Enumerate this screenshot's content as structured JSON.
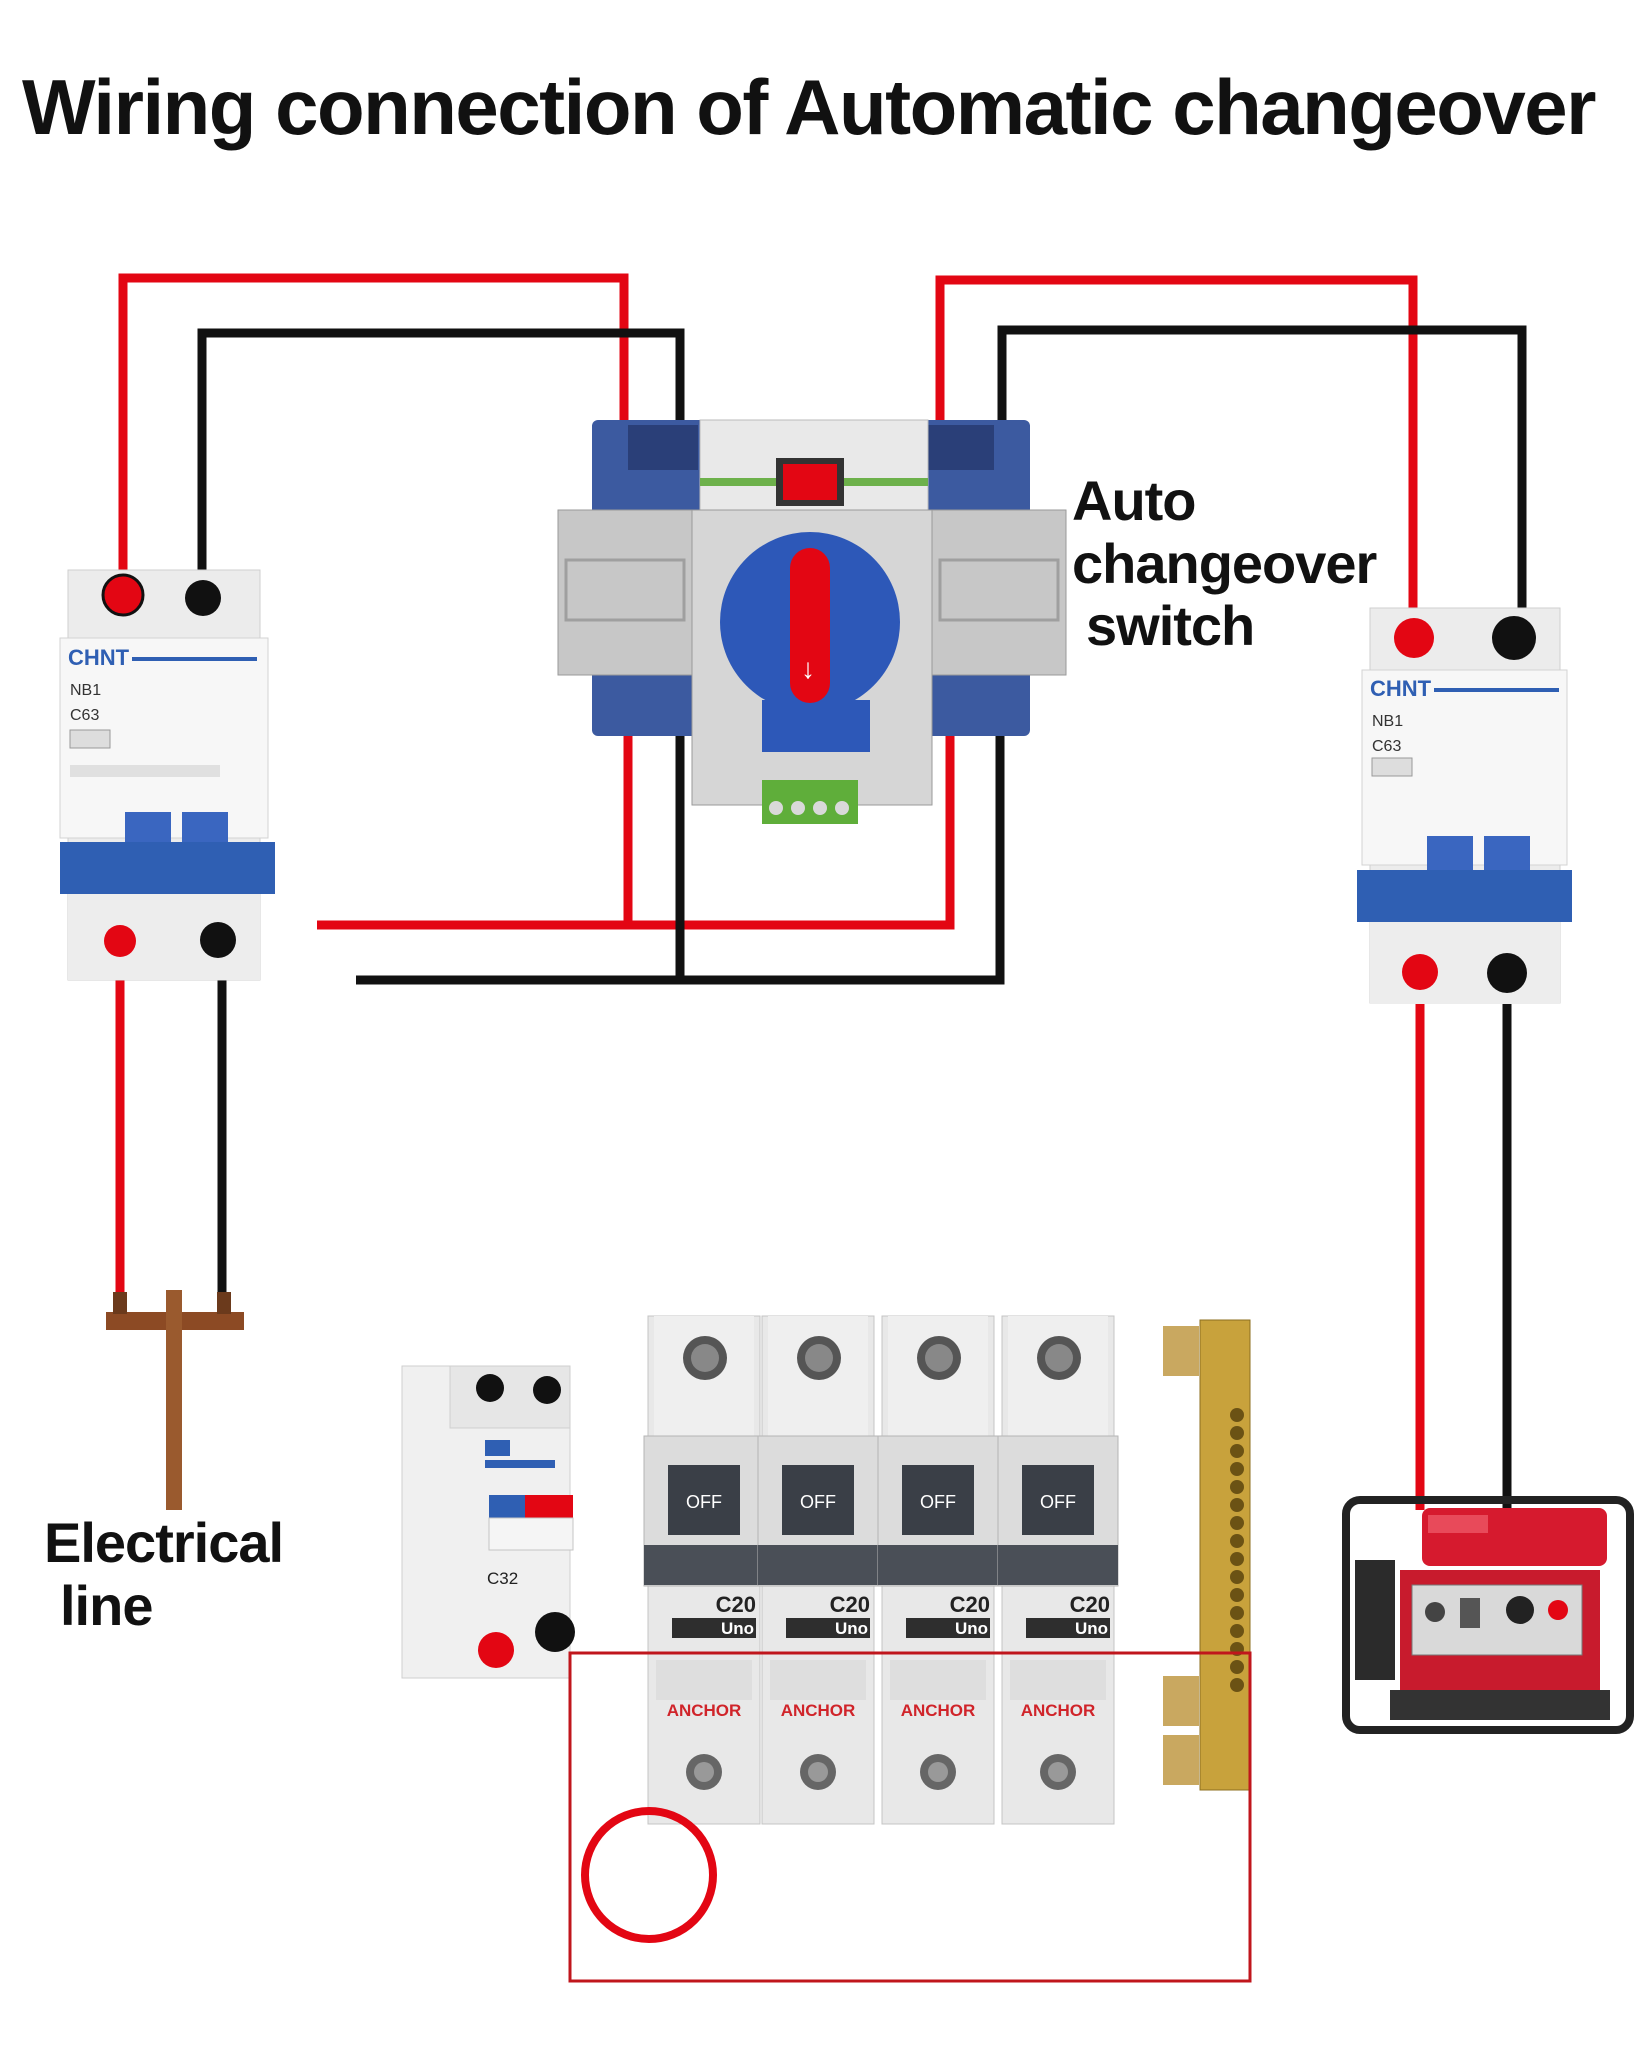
{
  "title": "Wiring connection of Automatic changeover",
  "labels": {
    "ats_line1": "Auto",
    "ats_line2": "changeover",
    "ats_line3": "switch",
    "pole_line1": "Electrical",
    "pole_line2": "line"
  },
  "breakers": {
    "left_brand": "CHNT",
    "left_model": "NB1",
    "left_rating": "C63",
    "right_brand": "CHNT",
    "right_model": "NB1",
    "right_rating": "C63",
    "main_rating": "C32"
  },
  "distribution": {
    "state_labels": [
      "OFF",
      "OFF",
      "OFF",
      "OFF"
    ],
    "ratings": [
      "C20",
      "C20",
      "C20",
      "C20"
    ],
    "series": [
      "Uno",
      "Uno",
      "Uno",
      "Uno"
    ],
    "brand": [
      "ANCHOR",
      "ANCHOR",
      "ANCHOR",
      "ANCHOR"
    ]
  },
  "colors": {
    "live_wire": "#e30613",
    "neutral_wire": "#111111",
    "breaker_blue": "#2f5fb3",
    "highlight_box": "#c0161c"
  }
}
